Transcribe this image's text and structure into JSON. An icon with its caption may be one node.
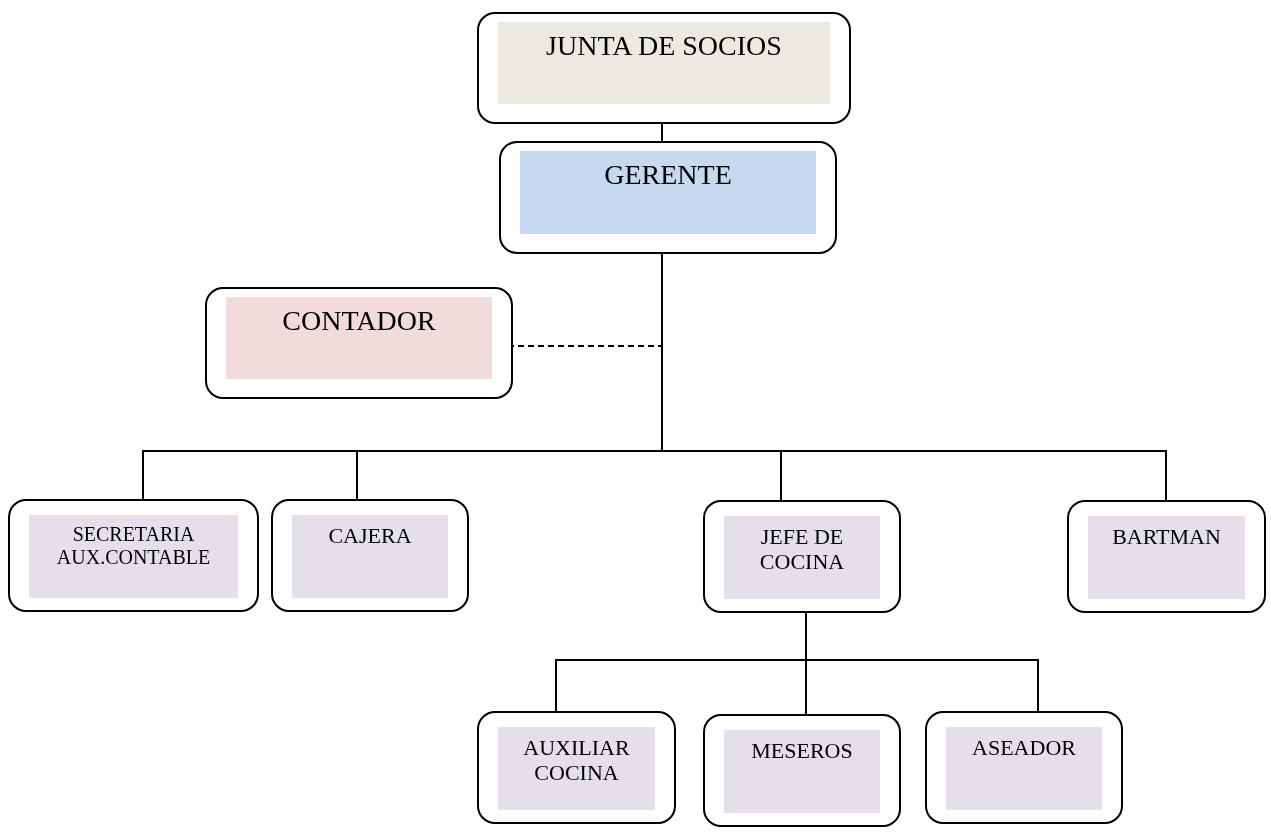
{
  "diagram": {
    "nodes": [
      {
        "text": [
          "JUNTA DE SOCIOS"
        ]
      },
      {
        "text": [
          "GERENTE"
        ]
      },
      {
        "text": [
          "CONTADOR"
        ]
      },
      {
        "text": [
          "SECRETARIA AUX.CONTABLE"
        ]
      },
      {
        "text": [
          "CAJERA"
        ]
      },
      {
        "text": [
          "JEFE DE COCINA"
        ]
      },
      {
        "text": [
          "BARTMAN"
        ]
      },
      {
        "text": [
          "AUXILIAR COCINA"
        ]
      },
      {
        "text": [
          "MESEROS"
        ]
      },
      {
        "text": [
          "ASEADOR"
        ]
      }
    ],
    "edges": [
      {
        "from": 0,
        "to": 1,
        "arrow": "none"
      },
      {
        "from": 1,
        "to": 2,
        "arrow": "none",
        "style": "dashed"
      },
      {
        "from": 1,
        "to": 3,
        "arrow": "none"
      },
      {
        "from": 1,
        "to": 4,
        "arrow": "none"
      },
      {
        "from": 1,
        "to": 5,
        "arrow": "none"
      },
      {
        "from": 1,
        "to": 6,
        "arrow": "none"
      },
      {
        "from": 5,
        "to": 7,
        "arrow": "none"
      },
      {
        "from": 5,
        "to": 8,
        "arrow": "none"
      },
      {
        "from": 5,
        "to": 9,
        "arrow": "none"
      }
    ]
  }
}
